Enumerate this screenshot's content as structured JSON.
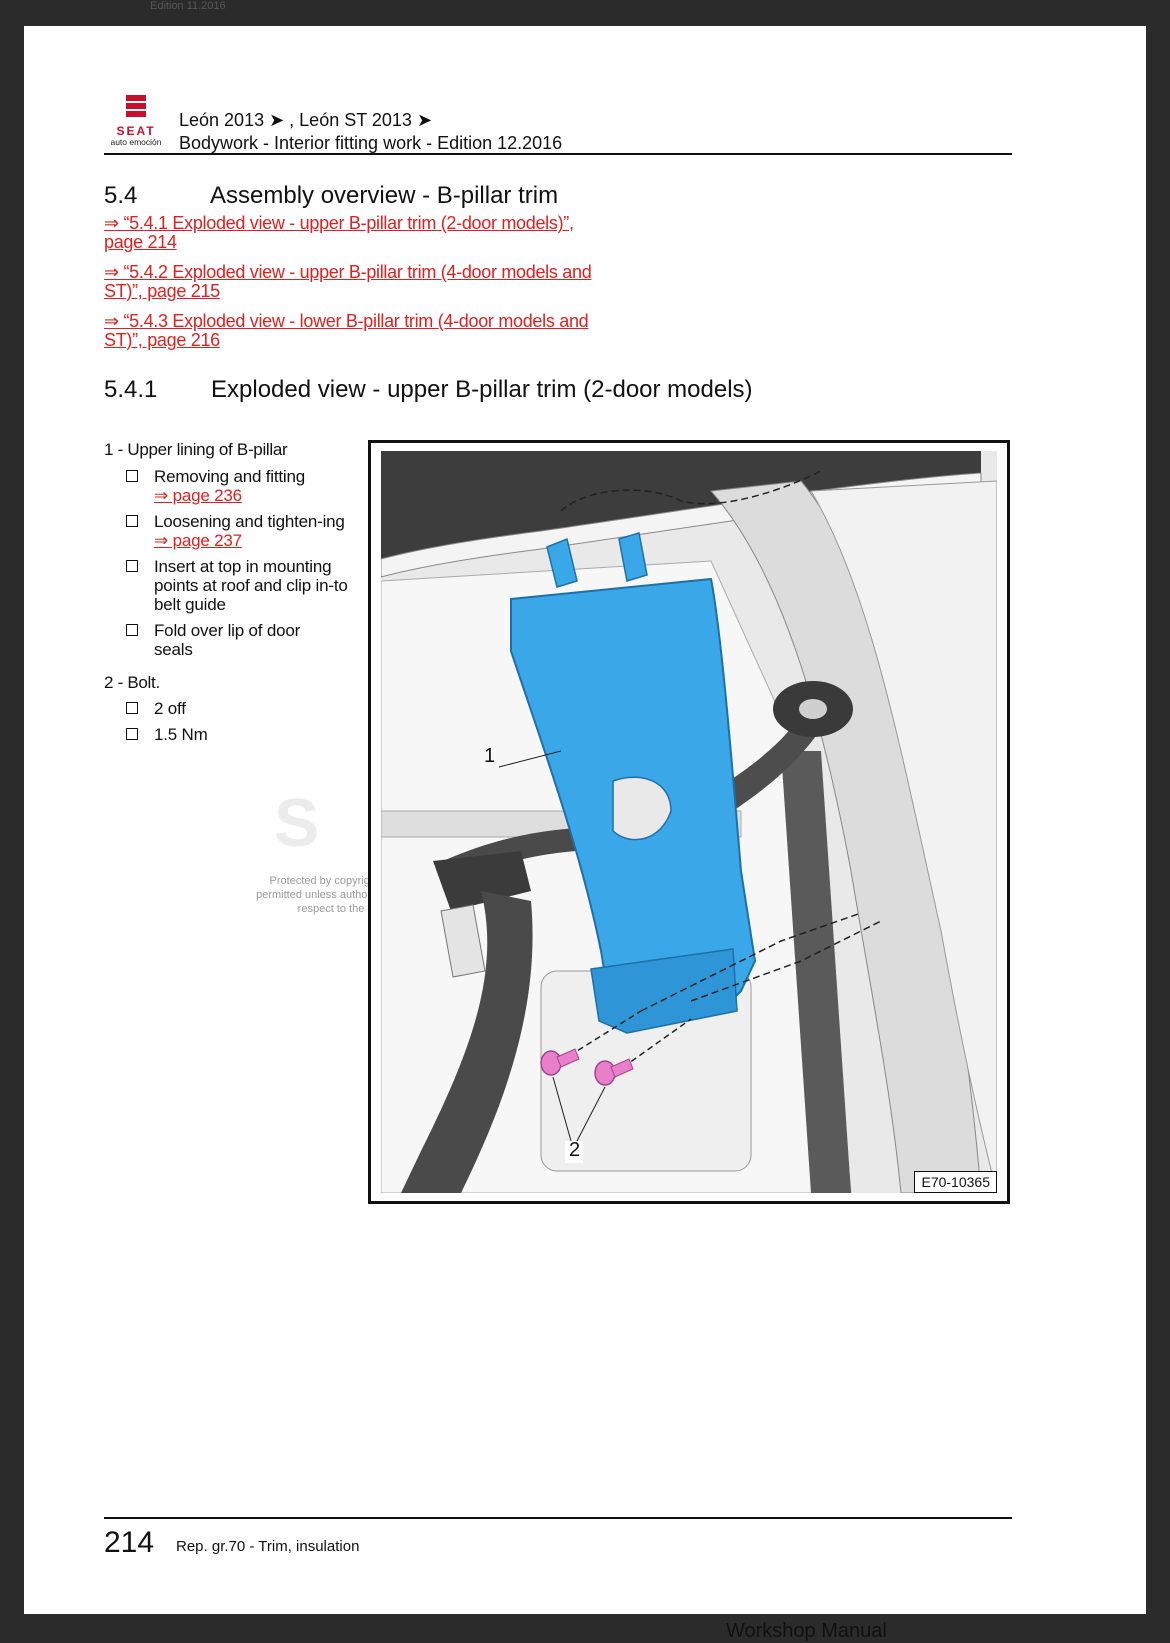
{
  "background": {
    "top_edition": "Edition 11.2016",
    "bottom_label": "Workshop Manual"
  },
  "header": {
    "brand": "SEAT",
    "tagline": "auto emoción",
    "line1": "León 2013 ➤ , León ST 2013 ➤",
    "line2": "Bodywork - Interior fitting work - Edition 12.2016"
  },
  "section": {
    "number": "5.4",
    "title": "Assembly overview - B-pillar trim"
  },
  "links": [
    {
      "line1": "⇒ “5.4.1 Exploded view - upper B-pillar trim (2-door models)”,",
      "line2": "page 214"
    },
    {
      "line1": "⇒ “5.4.2 Exploded view - upper B-pillar trim (4-door models and",
      "line2": "ST)”, page 215"
    },
    {
      "line1": "⇒ “5.4.3 Exploded view - lower B-pillar trim (4-door models and",
      "line2": "ST)”, page 216"
    }
  ],
  "subsection": {
    "number": "5.4.1",
    "title": "Exploded view - upper B-pillar trim (2-door models)"
  },
  "items": [
    {
      "heading": "1 - Upper lining of B-pillar",
      "bullets": [
        {
          "text": "Removing and fitting",
          "link": "⇒ page 236"
        },
        {
          "text": "Loosening and tighten-ing",
          "link": "⇒ page 237"
        },
        {
          "text": "Insert at top in mounting points at roof and clip in-to belt guide"
        },
        {
          "text": "Fold over lip of door seals"
        }
      ]
    },
    {
      "heading": "2 - Bolt.",
      "bullets": [
        {
          "text": "2 off"
        },
        {
          "text": "1.5 Nm"
        }
      ]
    }
  ],
  "watermark": {
    "line1": "Protected by copyright",
    "line2": "permitted unless authoris",
    "line3": "respect to the co"
  },
  "figure": {
    "callout_1": "1",
    "callout_2": "2",
    "id": "E70-10365",
    "colors": {
      "trim": "#3aa8e8",
      "bolt": "#e87fc8",
      "belt": "#4a4a4a",
      "body": "#e6e6e6"
    }
  },
  "footer": {
    "page": "214",
    "text": "Rep. gr.70 - Trim, insulation"
  }
}
